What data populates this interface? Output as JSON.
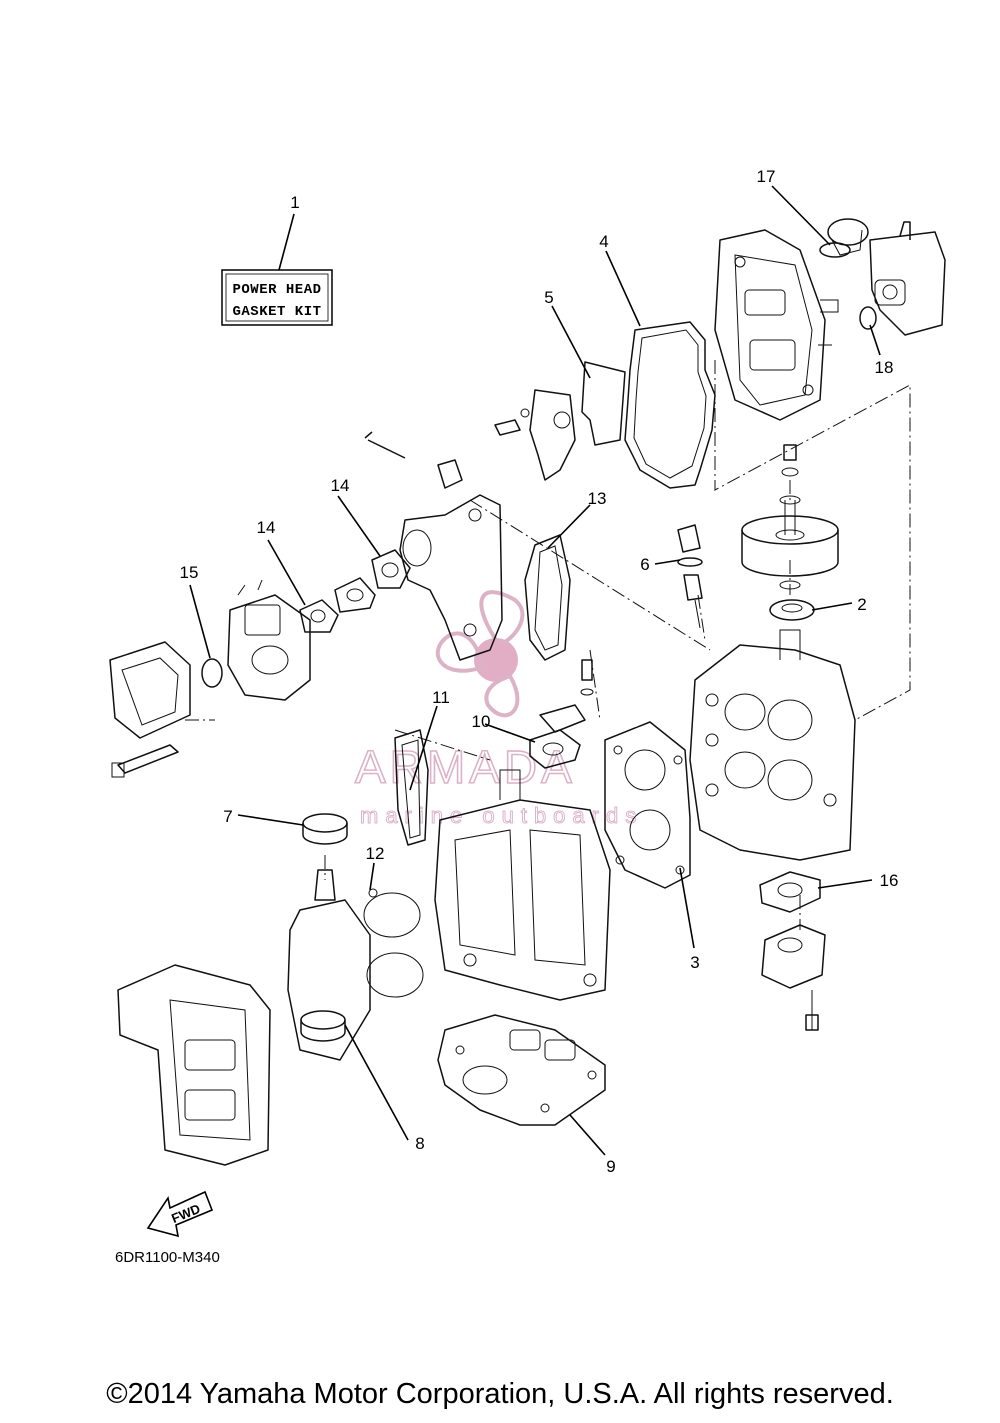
{
  "diagram": {
    "part_numbers": [
      "1",
      "2",
      "3",
      "4",
      "5",
      "6",
      "7",
      "8",
      "9",
      "10",
      "11",
      "12",
      "13",
      "14",
      "14",
      "15",
      "16",
      "17",
      "18"
    ],
    "kit_label_line1": "POWER HEAD",
    "kit_label_line2": "GASKET KIT",
    "fwd_label": "FWD",
    "diagram_code": "6DR1100-M340"
  },
  "watermark": {
    "brand": "ARMADA",
    "tagline": "marine outboards",
    "color": "#d6a6bd"
  },
  "footer": {
    "copyright": "©2014 Yamaha Motor Corporation, U.S.A. All rights reserved."
  }
}
